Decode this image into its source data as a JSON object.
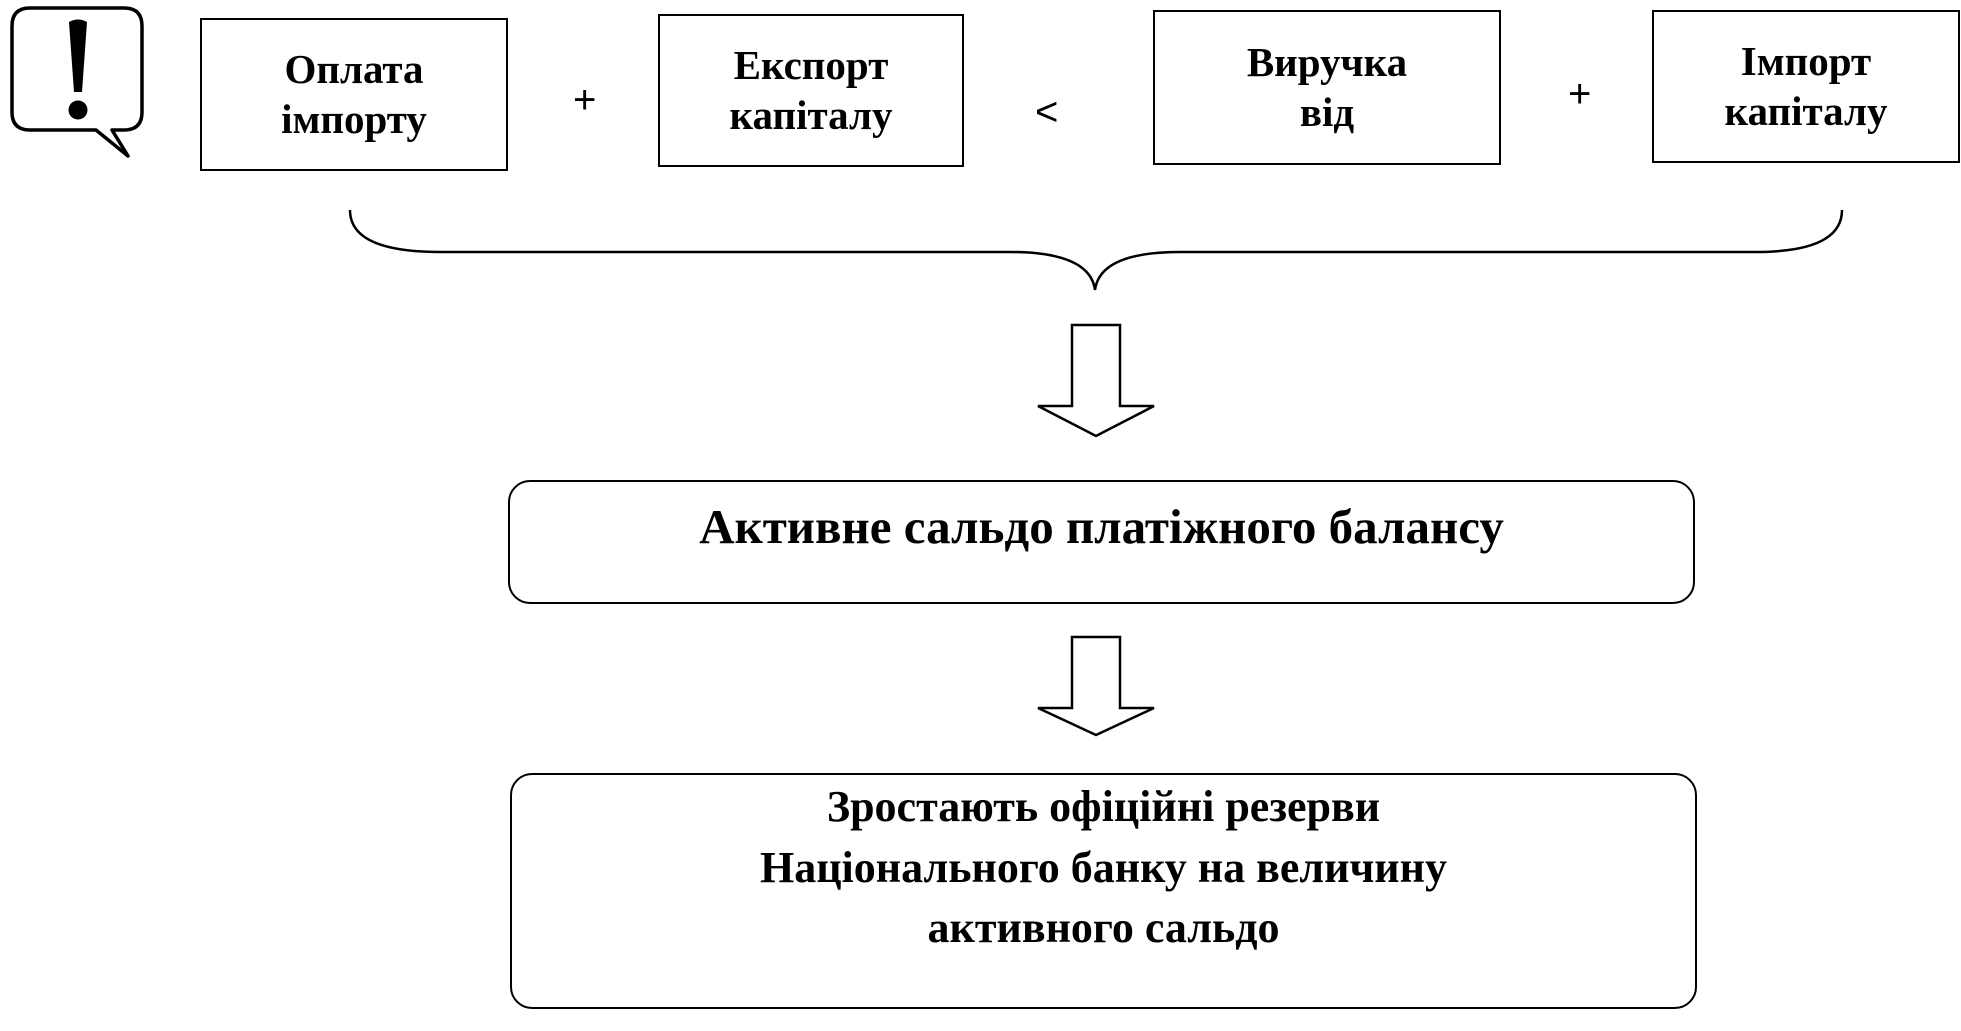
{
  "terms": [
    {
      "lines": [
        "Оплата",
        "імпорту"
      ]
    },
    {
      "lines": [
        "Експорт",
        "капіталу"
      ]
    },
    {
      "lines": [
        "Виручка",
        "від"
      ]
    },
    {
      "lines": [
        "Імпорт",
        "капіталу"
      ]
    }
  ],
  "operators": [
    "+",
    "<",
    "+"
  ],
  "result": {
    "label": "Активне сальдо платіжного балансу"
  },
  "consequence": {
    "lines": [
      "Зростають офіційні резерви",
      "Національного банку на величину",
      "активного сальдо"
    ]
  },
  "icons": {
    "attention": "exclamation-speech-bubble-icon"
  }
}
